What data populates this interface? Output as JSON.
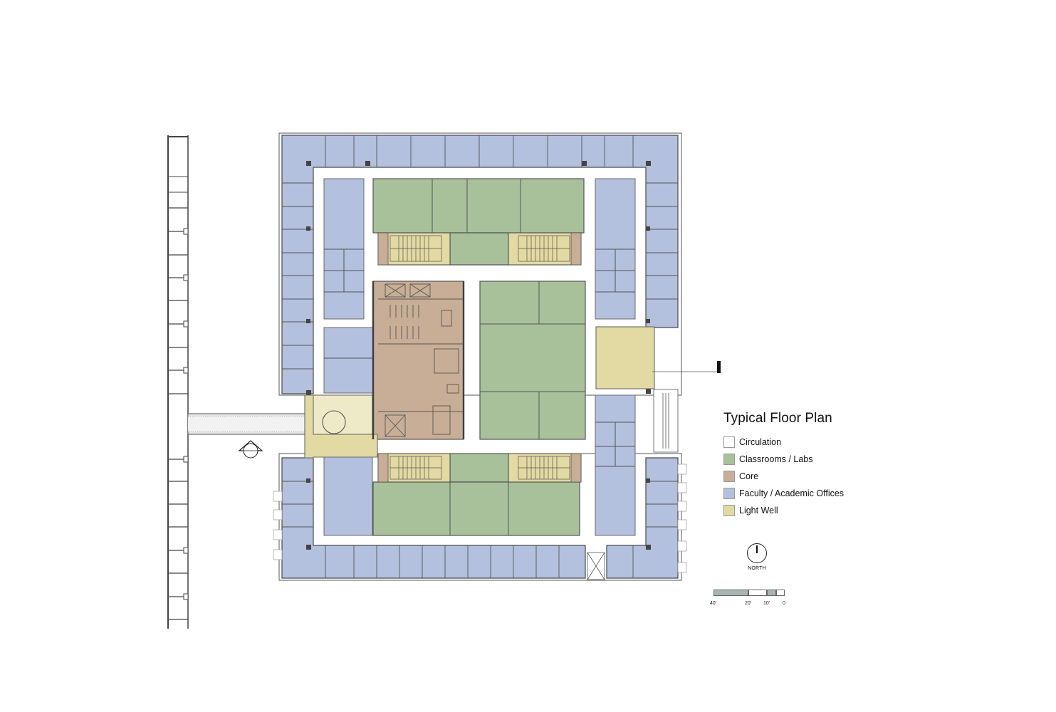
{
  "legend": {
    "title": "Typical Floor Plan",
    "items": [
      {
        "label": "Circulation",
        "color": "#ffffff"
      },
      {
        "label": "Classrooms / Labs",
        "color": "#a8c19b"
      },
      {
        "label": "Core",
        "color": "#c8ae96"
      },
      {
        "label": "Faculty / Academic Offices",
        "color": "#b3c0de"
      },
      {
        "label": "Light Well",
        "color": "#e3d9a2"
      }
    ]
  },
  "north_arrow": {
    "label": "NORTH"
  },
  "scale_bar": {
    "labels": [
      "40'",
      "20'",
      "10'",
      "0"
    ]
  },
  "colors": {
    "office": "#b3c0de",
    "classroom": "#a8c19b",
    "core": "#c8ae96",
    "lightwell": "#e3d9a2",
    "lightwell_pale": "#eeeac8",
    "wall": "#3d3d3d",
    "scale_dark": "#a7b5b3"
  }
}
